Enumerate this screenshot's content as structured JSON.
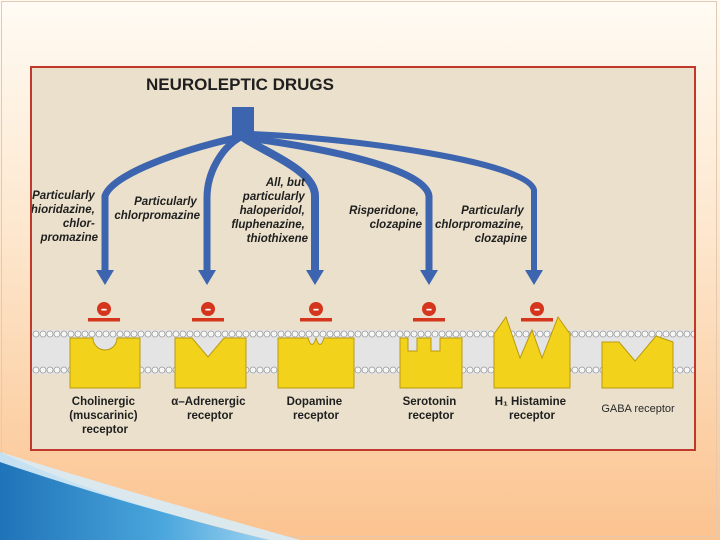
{
  "slide": {
    "title": "NEUROLEPTIC DRUGS",
    "colors": {
      "arrow_blue": "#3d64ae",
      "receptor_yellow": "#f3d21c",
      "inhibit_red": "#d4351c",
      "figure_border": "#c0392b"
    }
  },
  "drug_groups": [
    {
      "lines": [
        "Particularly",
        "thioridazine,",
        "chlor-",
        "promazine"
      ]
    },
    {
      "lines": [
        "Particularly",
        "chlorpromazine"
      ]
    },
    {
      "lines": [
        "All, but",
        "particularly",
        "haloperidol,",
        "fluphenazine,",
        "thiothixene"
      ]
    },
    {
      "lines": [
        "Risperidone,",
        "clozapine"
      ]
    },
    {
      "lines": [
        "Particularly",
        "chlorpromazine,",
        "clozapine"
      ]
    }
  ],
  "inhibition_symbol": "–",
  "receptors": [
    {
      "lines": [
        "Cholinergic",
        "(muscarinic)",
        "receptor"
      ],
      "shape": "round-notch"
    },
    {
      "lines": [
        "α–Adrenergic",
        "receptor"
      ],
      "shape": "v-notch"
    },
    {
      "lines": [
        "Dopamine",
        "receptor"
      ],
      "shape": "double-bump"
    },
    {
      "lines": [
        "Serotonin",
        "receptor"
      ],
      "shape": "double-slot"
    },
    {
      "lines": [
        "H₁ Histamine",
        "receptor"
      ],
      "shape": "spiked"
    },
    {
      "lines": [
        "GABA receptor"
      ],
      "shape": "wide-v"
    }
  ]
}
